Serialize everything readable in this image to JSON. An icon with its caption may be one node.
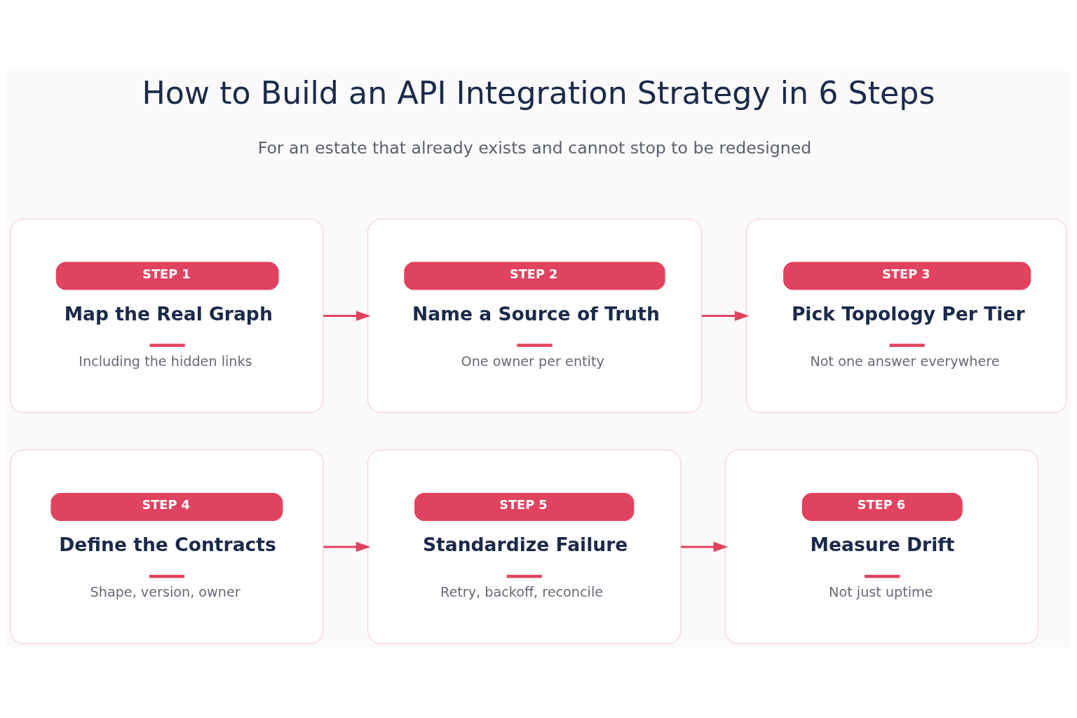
{
  "diagram": {
    "title": "How to Build an API Integration Strategy in 6 Steps",
    "nodes": [
      {
        "text": [
          "STEP 1",
          "Map the Real Graph",
          "Including the hidden links"
        ]
      },
      {
        "text": [
          "STEP 2",
          "Name a Source of Truth",
          "One owner per entity"
        ]
      },
      {
        "text": [
          "STEP 3",
          "Pick Topology Per Tier",
          "Not one answer everywhere"
        ]
      },
      {
        "text": [
          "STEP 4",
          "Define the Contracts",
          "Shape, version, owner"
        ]
      },
      {
        "text": [
          "STEP 5",
          "Standardize Failure",
          "Retry, backoff, reconcile"
        ]
      },
      {
        "text": [
          "STEP 6",
          "Measure Drift",
          "Not just uptime"
        ]
      }
    ],
    "edges": [
      {
        "from": 0,
        "to": 1,
        "arrow": "to"
      },
      {
        "from": 1,
        "to": 2,
        "arrow": "to"
      },
      {
        "from": 3,
        "to": 4,
        "arrow": "to"
      },
      {
        "from": 4,
        "to": 5,
        "arrow": "to"
      }
    ],
    "labels": [
      "For an estate that already exists and cannot stop to be redesigned"
    ]
  }
}
